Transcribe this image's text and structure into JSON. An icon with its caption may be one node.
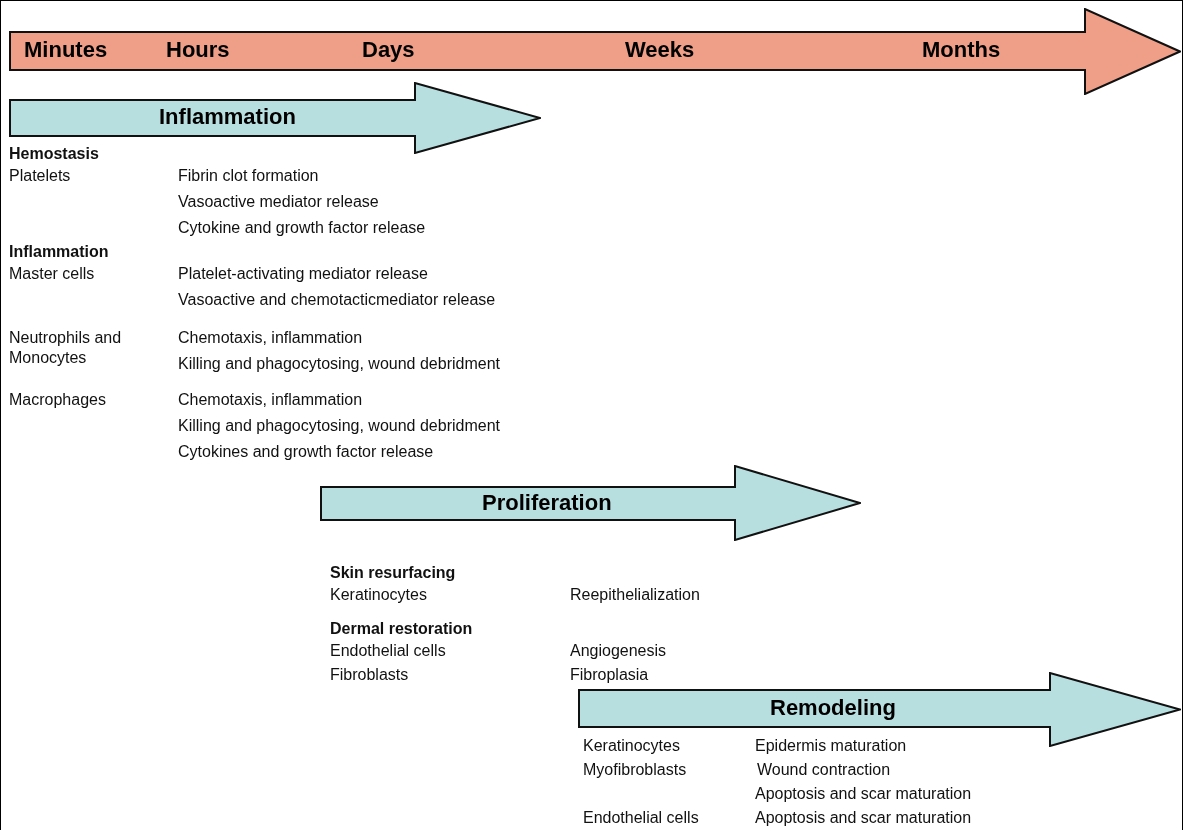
{
  "diagram": {
    "nodes": [
      {
        "text": [
          "Minutes",
          "Hours",
          "Days",
          "Weeks",
          "Months"
        ]
      },
      {
        "text": [
          "Inflammation"
        ]
      },
      {
        "text": [
          "Proliferation"
        ]
      },
      {
        "text": [
          "Remodeling"
        ]
      }
    ],
    "labels": [
      "Hemostasis",
      "Platelets",
      "Fibrin clot formation",
      "Vasoactive mediator release",
      "Cytokine and growth factor release",
      "Inflammation",
      "Master cells",
      "Platelet-activating mediator release",
      "Vasoactive and chemotacticmediator release",
      "Neutrophils and Monocytes",
      "Chemotaxis, inflammation",
      "Killing and phagocytosing, wound debridment",
      "Macrophages",
      "Chemotaxis, inflammation",
      "Killing and phagocytosing, wound debridment",
      "Cytokines and growth factor release",
      "Skin resurfacing",
      "Keratinocytes",
      "Reepithelialization",
      "Dermal restoration",
      "Endothelial cells",
      "Angiogenesis",
      "Fibroblasts",
      "Fibroplasia",
      "Keratinocytes",
      "Epidermis maturation",
      "Myofibroblasts",
      "Wound contraction",
      "Apoptosis and scar maturation",
      "Endothelial cells",
      "Apoptosis and scar maturation"
    ]
  }
}
